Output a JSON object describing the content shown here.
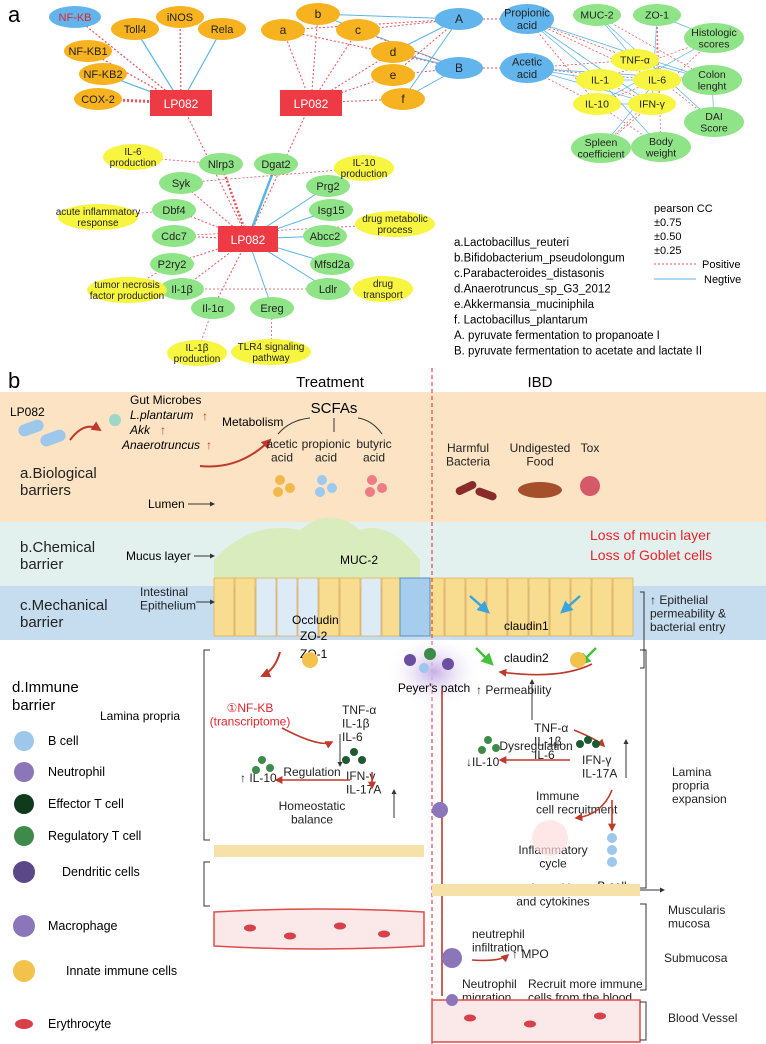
{
  "panel_a": {
    "label": "a",
    "hub_left": "LP082",
    "hub_mid": "LP082",
    "hub_bottom": "LP082",
    "left_nodes": [
      "NF-KB",
      "Toll4",
      "iNOS",
      "Rela",
      "NF-KB1",
      "NF-KB2",
      "COX-2"
    ],
    "taxa": [
      "a",
      "b",
      "c",
      "d",
      "e",
      "f"
    ],
    "pathways": [
      "A",
      "B"
    ],
    "acids": [
      "Propionic\nacid",
      "Acetic\nacid"
    ],
    "phenotypes": [
      "MUC-2",
      "ZO-1",
      "Histologic\nscores",
      "TNF-α",
      "IL-1",
      "IL-6",
      "Colon\nlenght",
      "IL-10",
      "IFN-γ",
      "DAI\nScore",
      "Spleen\ncoefficient",
      "Body\nweight"
    ],
    "genes": [
      "Nlrp3",
      "Dgat2",
      "Syk",
      "Prg2",
      "Dbf4",
      "Isg15",
      "Cdc7",
      "Abcc2",
      "P2ry2",
      "Mfsd2a",
      "Il-1β",
      "Ldlr",
      "Il-1α",
      "Ereg"
    ],
    "go_terms": [
      "IL-6\nproduction",
      "IL-10\nproduction",
      "acute inflammatory\nresponse",
      "drug metabolic\nprocess",
      "tumor necrosis\nfactor production",
      "drug\ntransport",
      "IL-1β\nproduction",
      "TLR4 signaling\npathway"
    ],
    "legend_title": "pearson CC",
    "legend_levels": [
      "±0.75",
      "±0.50",
      "±0.25"
    ],
    "legend_positive": "Positive",
    "legend_negative": "Negtive",
    "key": [
      "a.Lactobacillus_reuteri",
      "b.Bifidobacterium_pseudolongum",
      "c.Parabacteroides_distasonis",
      "d.Anaerotruncus_sp_G3_2012",
      "e.Akkermansia_muciniphila",
      "f. Lactobacillus_plantarum",
      "A.  pyruvate fermentation to propanoate I",
      "B.  pyruvate fermentation to acetate and lactate II"
    ],
    "colors": {
      "hub": "#ee3a45",
      "orange": "#f7b21f",
      "blue": "#61b5ec",
      "green": "#8ee486",
      "yellow": "#f7f53f",
      "pos": "#e8505a",
      "neg": "#5ab5e6"
    }
  },
  "panel_b": {
    "label": "b",
    "treatment": "Treatment",
    "ibd": "IBD",
    "lp082": "LP082",
    "gut_microbes": "Gut Microbes",
    "microbes": [
      "L.plantarum",
      "Akk",
      "Anaerotruncus"
    ],
    "metabolism": "Metabolism",
    "scfas": "SCFAs",
    "scfa_list": [
      "acetic\nacid",
      "propionic\nacid",
      "butyric\nacid"
    ],
    "harmful": [
      "Harmful\nBacteria",
      "Undigested\nFood",
      "Tox"
    ],
    "bio_barrier": "a.Biological\nbarriers",
    "lumen": "Lumen",
    "chem_barrier": "b.Chemical\nbarrier",
    "mucus_layer": "Mucus layer",
    "muc2": "MUC-2",
    "loss_mucin": "Loss of mucin layer",
    "loss_goblet": "Loss of Goblet cells",
    "mech_barrier": "c.Mechanical\nbarrier",
    "intestinal_epithelium": "Intestinal\nEpithelium",
    "junctions": [
      "Occludin",
      "ZO-2",
      "ZO-1"
    ],
    "claudins": [
      "claudin1",
      "claudin2"
    ],
    "epithelial_perm": "↑ Epithelial\npermeability &\nbacterial entry",
    "immune_barrier": "d.Immune\nbarrier",
    "peyers": "Peyer's patch",
    "permeability": "↑ Permeability",
    "nfkb": "①NF-KB\n(transcriptome)",
    "cytokines_left": "TNF-α\nIL-1β\nIL-6",
    "cytokines_right": "TNF-α\nIL-1β\nIL-6",
    "lamina_propria": "Lamina propria",
    "il10_left": "↑ IL-10",
    "regulation": "Regulation",
    "ifn_left": "IFN-γ\nIL-17A",
    "homeostatic": "Homeostatic\nbalance",
    "dysregulation": "Dysregulation",
    "il10_right": "↓IL-10",
    "ifn_right": "IFN-γ\nIL-17A",
    "immune_recruit": "Immune\ncell recruitment",
    "inflam_cycle": "Inflammatory\ncycle",
    "chemokines": "↑ chemokines\nand cytokines",
    "b_cell_label": "B cell",
    "lp_expansion": "Lamina\npropria\nexpansion",
    "muscularis": "Muscularis\nmucosa",
    "neutrophil_infil": "neutrephil\ninfiltration",
    "mpo": "↑ MPO",
    "submucosa": "Submucosa",
    "neutro_migration": "Neutrophil\nmigration",
    "recruit_more": "Recruit more immune\ncells from the blood",
    "blood_vessel": "Blood Vessel",
    "cell_legend": [
      "B cell",
      "Neutrophil",
      "Effector T cell",
      "Regulatory T cell",
      "Dendritic cells",
      "Macrophage",
      "Innate immune cells",
      "Erythrocyte"
    ]
  }
}
